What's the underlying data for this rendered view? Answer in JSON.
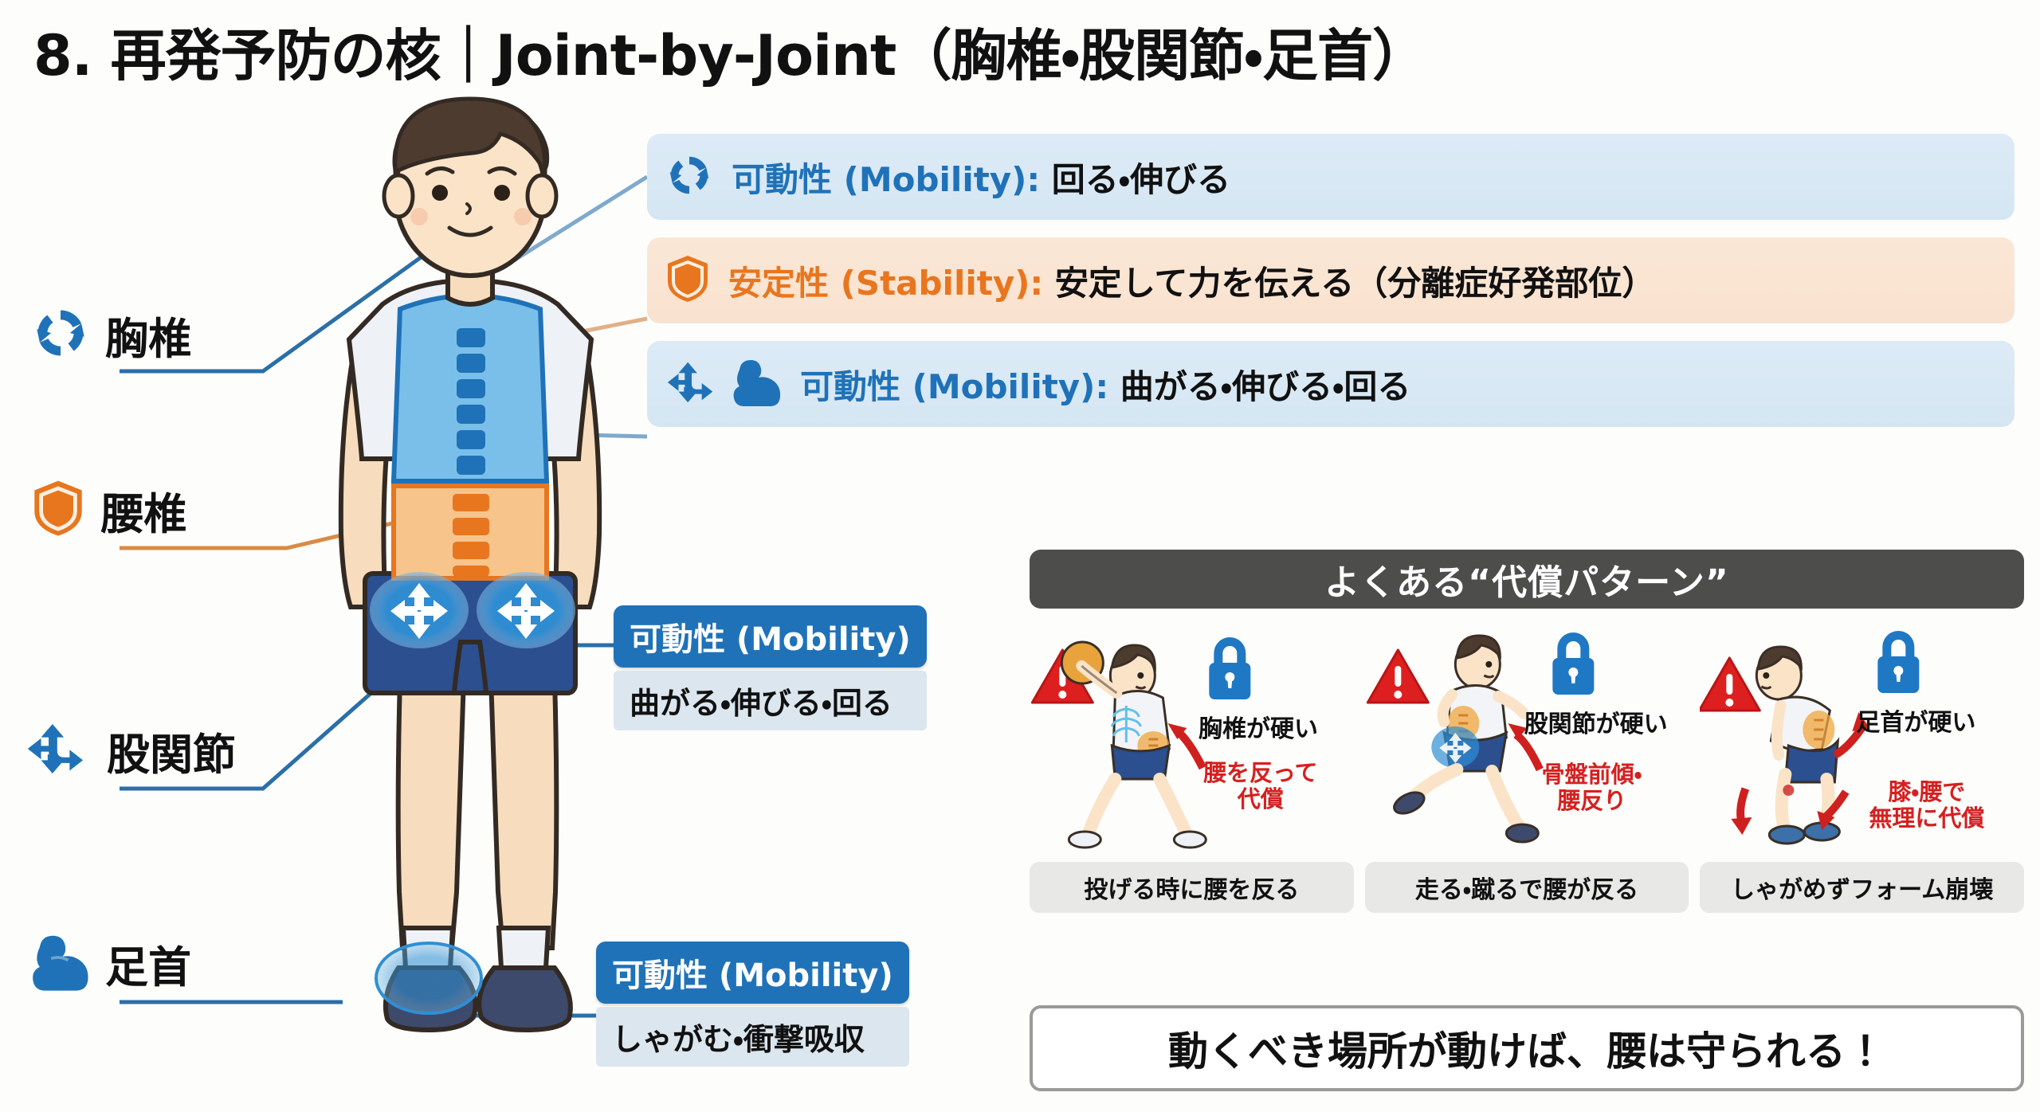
{
  "title": "8. 再発予防の核｜Joint-by-Joint（胸椎・股関節・足首）",
  "colors": {
    "blue": "#1f72b8",
    "orange": "#e8761f",
    "pill_blue": "#dcebf6",
    "pill_peach": "#fbe7d6",
    "dark_header": "#4d4d4b",
    "red": "#d52020",
    "shorts_navy": "#2b4f8f",
    "skin": "#f7d9bb",
    "hair": "#4e3b2f"
  },
  "legend": [
    {
      "icons": [
        "rotate-icon"
      ],
      "label": "可動性 (Mobility)",
      "sep": ": ",
      "detail": "回る・伸びる",
      "style": "blue"
    },
    {
      "icons": [
        "shield-icon"
      ],
      "label": "安定性 (Stability)",
      "sep": ": ",
      "detail": "安定して力を伝える（分離症好発部位）",
      "style": "peach"
    },
    {
      "icons": [
        "four-way-arrows-icon",
        "bicep-icon"
      ],
      "label": "可動性 (Mobility)",
      "sep": ": ",
      "detail": "曲がる・伸びる・回る",
      "style": "blue"
    }
  ],
  "side_labels": [
    {
      "icon": "rotate-icon",
      "text": "胸椎"
    },
    {
      "icon": "shield-icon",
      "text": "腰椎"
    },
    {
      "icon": "four-way-arrows-icon",
      "text": "股関節"
    },
    {
      "icon": "bicep-icon",
      "text": "足首"
    }
  ],
  "callouts": [
    {
      "head": "可動性 (Mobility)",
      "body": "曲がる・伸びる・回る"
    },
    {
      "head": "可動性 (Mobility)",
      "body": "しゃがむ・衝撃吸収"
    }
  ],
  "compensation": {
    "header": "よくある“代償パターン”",
    "cards": [
      {
        "lock_label": "胸椎が硬い",
        "red_note_line1": "腰を反って",
        "red_note_line2": "代償",
        "caption": "投げる時に腰を反る",
        "art": "throwing-boy-illustration"
      },
      {
        "lock_label": "股関節が硬い",
        "red_note_line1": "骨盤前傾・",
        "red_note_line2": "腰反り",
        "caption": "走る・蹴るで腰が反る",
        "art": "running-boy-illustration"
      },
      {
        "lock_label": "足首が硬い",
        "red_note_line1": "膝・腰で",
        "red_note_line2": "無理に代償",
        "caption": "しゃがめずフォーム崩壊",
        "art": "squatting-boy-illustration"
      }
    ]
  },
  "banner": "動くべき場所が動けば、腰は守られる！"
}
